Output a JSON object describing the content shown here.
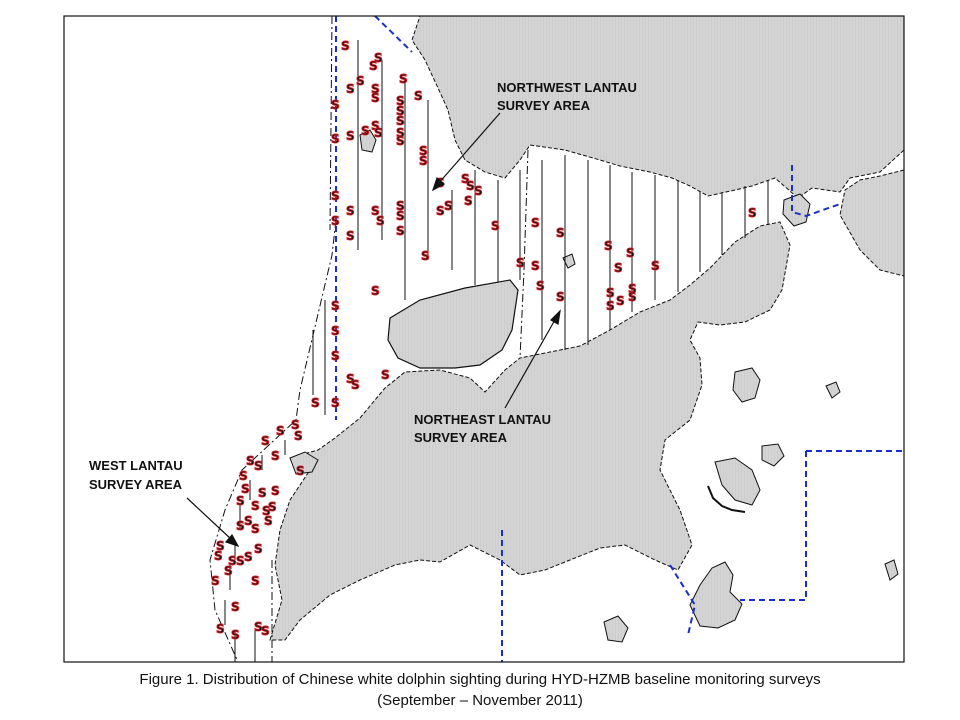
{
  "map": {
    "labels": {
      "northwest": [
        "NORTHWEST LANTAU",
        "SURVEY AREA"
      ],
      "northeast": [
        "NORTHEAST LANTAU",
        "SURVEY AREA"
      ],
      "west": [
        "WEST LANTAU",
        "SURVEY AREA"
      ]
    },
    "sighting_symbol": "S",
    "colors": {
      "land": "#d4d4d4",
      "boundary": "#1a2fc9",
      "sighting": "#e0222a",
      "transect": "#111111"
    }
  },
  "caption": {
    "line1": "Figure 1.  Distribution of Chinese white dolphin sighting during HYD-HZMB baseline monitoring surveys",
    "line2": "(September – November 2011)"
  }
}
